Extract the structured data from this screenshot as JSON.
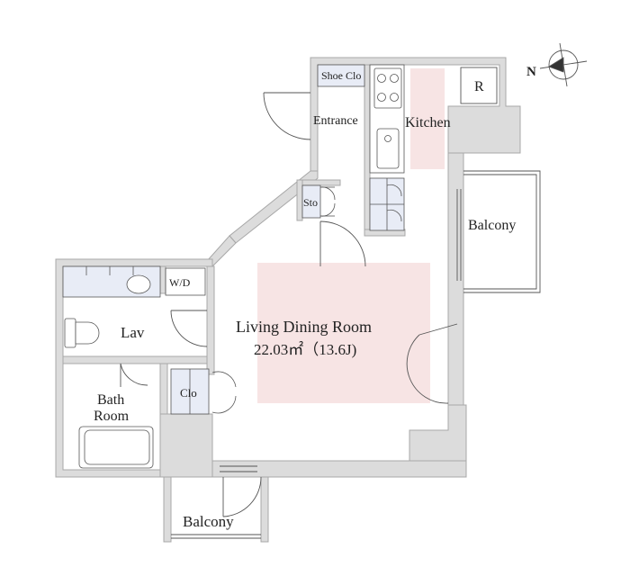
{
  "rooms": {
    "shoe_clo": "Shoe Clo",
    "entrance": "Entrance",
    "kitchen": "Kitchen",
    "refrigerator": "R",
    "storage": "Sto",
    "balcony_east": "Balcony",
    "wd": "W/D",
    "lav": "Lav",
    "living_title": "Living Dining Room",
    "living_area": "22.03㎡（13.6J)",
    "bath_line1": "Bath",
    "bath_line2": "Room",
    "clo": "Clo",
    "balcony_south": "Balcony"
  },
  "compass": {
    "north_label": "N"
  },
  "colors": {
    "wall": "#dcdcdc",
    "wall_edge": "#a8a8a8",
    "highlight": "#f7e4e4",
    "fixture_fill": "#e8ecf6",
    "line": "#555555"
  }
}
